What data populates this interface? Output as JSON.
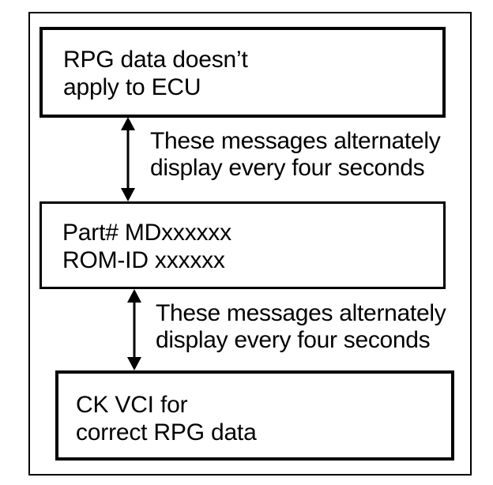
{
  "diagram": {
    "boxes": [
      {
        "line1": "RPG data doesn’t",
        "line2": "apply to ECU"
      },
      {
        "line1": "Part# MDxxxxxx",
        "line2": "ROM-ID xxxxxx"
      },
      {
        "line1": "CK VCI for",
        "line2": "correct RPG data"
      }
    ],
    "connectors": [
      {
        "line1": "These messages alternately",
        "line2": "display every four seconds"
      },
      {
        "line1": "These messages alternately",
        "line2": "display every four seconds"
      }
    ]
  }
}
